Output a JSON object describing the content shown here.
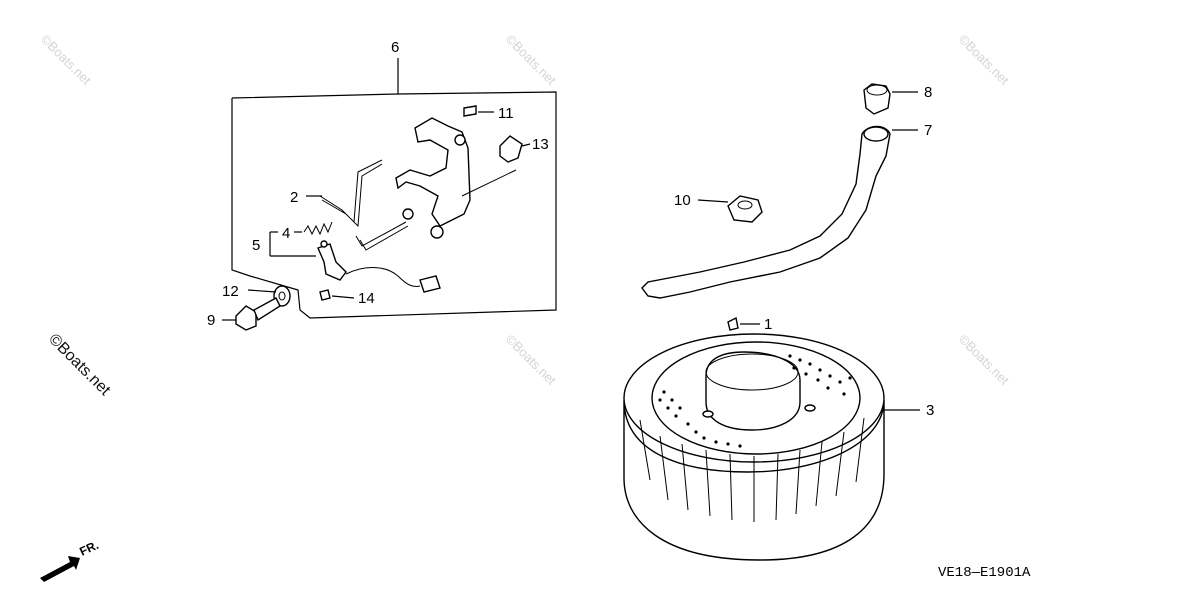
{
  "watermark": "©Boats.net",
  "diagram_code": "VE18—E1901A",
  "front_indicator": "FR.",
  "callouts": {
    "c1": "1",
    "c2": "2",
    "c3": "3",
    "c4": "4",
    "c5": "5",
    "c6": "6",
    "c7": "7",
    "c8": "8",
    "c9": "9",
    "c10": "10",
    "c11": "11",
    "c12": "12",
    "c13": "13",
    "c14": "14"
  },
  "colors": {
    "line": "#000000",
    "watermark": "#d4d4d4",
    "background": "#ffffff"
  }
}
